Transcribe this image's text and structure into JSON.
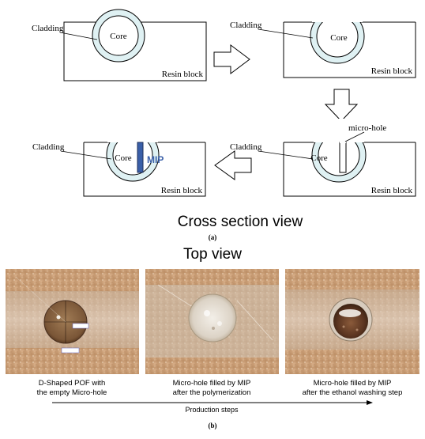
{
  "labels": {
    "cladding": "Cladding",
    "core": "Core",
    "resin_block": "Resin block",
    "micro_hole": "micro-hole",
    "mip": "MIP"
  },
  "titles": {
    "cross_section": "Cross section view",
    "panel_a": "(a)",
    "top_view": "Top view",
    "panel_b": "(b)"
  },
  "photos": {
    "captions": [
      [
        "D-Shaped POF with",
        "the empty Micro-hole"
      ],
      [
        "Micro-hole filled by MIP",
        "after the polymerization"
      ],
      [
        "Micro-hole filled by MIP",
        "after the ethanol washing step"
      ]
    ],
    "production_steps": "Production steps"
  },
  "colors": {
    "cladding": "#dff1f3",
    "mip": "#3a5fa8",
    "mip_text": "#3a5fa8"
  }
}
